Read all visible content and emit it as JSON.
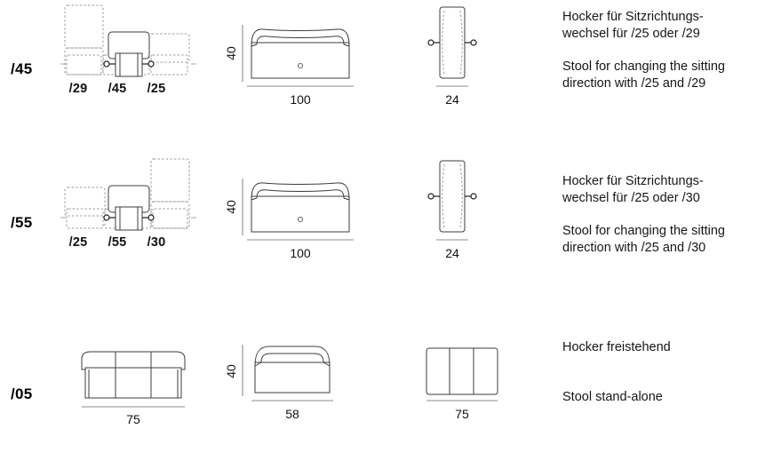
{
  "document": {
    "type": "furniture-technical-specification",
    "units": "cm"
  },
  "rows": [
    {
      "code": "/45",
      "plan": {
        "labels": [
          "/29",
          "/45",
          "/25"
        ],
        "description": "plan view with dashed adjacent modules left and right and solid stool centre"
      },
      "front": {
        "height_label": "40",
        "width_label": "100"
      },
      "side": {
        "width_label": "24"
      },
      "text": {
        "de": "Hocker für Sitzrichtungs-\nwechsel für /25 oder /29",
        "en": "Stool for changing the sitting\ndirection with /25 and /29"
      }
    },
    {
      "code": "/55",
      "plan": {
        "labels": [
          "/25",
          "/55",
          "/30"
        ],
        "description": "plan view mirrored with tall dashed module on the right"
      },
      "front": {
        "height_label": "40",
        "width_label": "100"
      },
      "side": {
        "width_label": "24"
      },
      "text": {
        "de": "Hocker für Sitzrichtungs-\nwechsel für /25 oder /30",
        "en": "Stool for changing the sitting\ndirection with /25 and /30"
      }
    },
    {
      "code": "/05",
      "plan": {
        "labels": [],
        "width_label": "75",
        "description": "plan view of free standing three segment stool"
      },
      "front": {
        "height_label": "40",
        "width_label": "58"
      },
      "side": {
        "width_label": "75"
      },
      "text": {
        "de": "Hocker freistehend",
        "en": "Stool stand-alone"
      }
    }
  ],
  "colors": {
    "line": "#3c3c3c",
    "dashed": "#9a9a9a",
    "dimension": "#8d8d8d",
    "text": "#161616",
    "background": "#ffffff"
  }
}
